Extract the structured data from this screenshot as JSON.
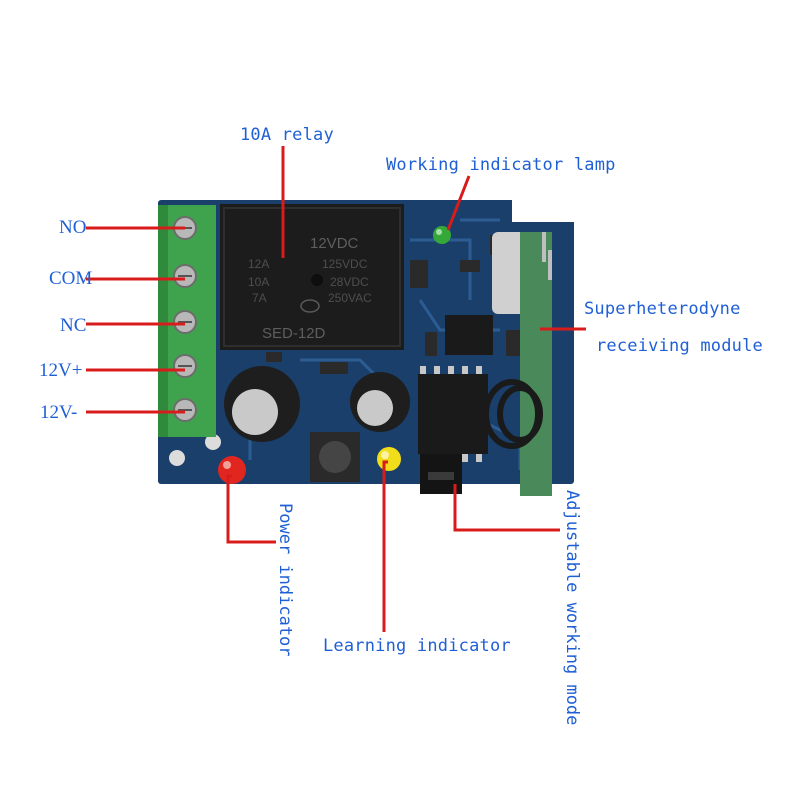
{
  "labels": {
    "relay": "10A relay",
    "working_lamp": "Working indicator lamp",
    "superhet_line1": "Superheterodyne",
    "superhet_line2": "receiving module",
    "no": "NO",
    "com": "COM",
    "nc": "NC",
    "v12_plus": "12V+",
    "v12_minus": "12V-",
    "power": "Power indicator",
    "learning": "Learning indicator",
    "adjustable": "Adjustable working mode"
  },
  "relay_markings": {
    "voltage": "12VDC",
    "r1a": "12A",
    "r1b": "125VDC",
    "r2a": "10A",
    "r2b": "28VDC",
    "r3a": "7A",
    "r3b": "250VAC",
    "model": "SED-12D"
  },
  "colors": {
    "label_text": "#1f5fd6",
    "leader_line": "#d81c1c",
    "pcb": "#1a3f6b",
    "terminal_block": "#3fa34d",
    "relay": "#1c1c1c",
    "module": "#4a8a5a"
  },
  "leds": {
    "power": "#e0261f",
    "learning": "#f2dd1a",
    "working": "#35a83a"
  }
}
